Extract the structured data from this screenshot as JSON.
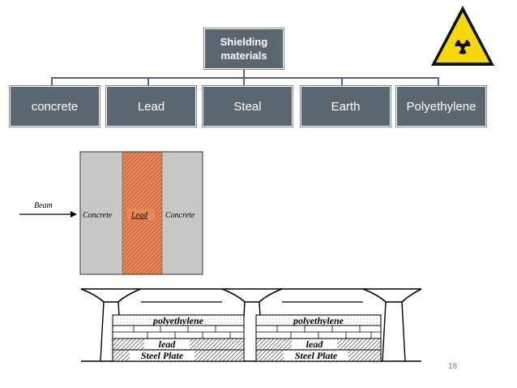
{
  "hierarchy": {
    "root": "Shielding materials",
    "children": [
      "concrete",
      "Lead",
      "Steal",
      "Earth",
      "Polyethylene"
    ]
  },
  "beam_figure": {
    "beam_label": "Beam",
    "layers": [
      "Concrete",
      "Lead",
      "Concrete"
    ]
  },
  "plate_figure": {
    "modules": [
      {
        "top_layer": "polyethylene",
        "middle_layer": "lead",
        "base": "Steel Plate"
      },
      {
        "top_layer": "polyethylene",
        "middle_layer": "lead",
        "base": "Steel Plate"
      }
    ]
  },
  "icons": {
    "warning": "radiation-warning-icon"
  },
  "colors": {
    "node_fill": "#5b6770",
    "lead_fill": "#e8885a",
    "concrete_fill": "#c8c8c8",
    "warning_yellow": "#f5d90a"
  },
  "page_number": "18"
}
